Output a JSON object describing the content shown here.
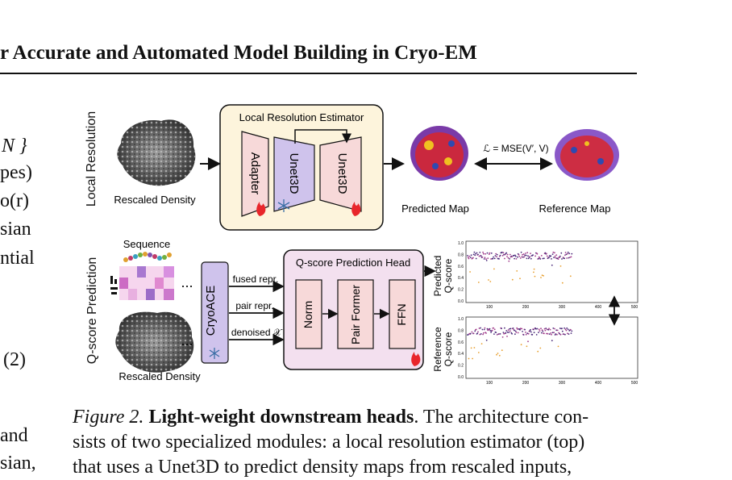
{
  "header": {
    "title": "r Accurate and Automated Model Building in Cryo-EM"
  },
  "left_text": {
    "fragments": [
      "N }",
      "pes)",
      "o(r)",
      "sian",
      "ntial",
      "and",
      "sian,"
    ],
    "eq_number": "(2)"
  },
  "figure": {
    "row_labels": {
      "top": "Local Resolution",
      "bottom": "Q-score Prediction"
    },
    "local_resolution": {
      "box_title": "Local Resolution Estimator",
      "blocks": [
        "Adapter",
        "Unet3D",
        "Unet3D"
      ],
      "input_label": "Rescaled Density",
      "predicted_label": "Predicted Map",
      "reference_label": "Reference Map",
      "loss": "ℒ = MSE(V′, V)"
    },
    "qscore": {
      "sequence_label": "Sequence",
      "input_label": "Rescaled Density",
      "encoder": "CryoACE",
      "ellipsis": "...",
      "arrows": [
        "fused repr.",
        "pair repr.",
        "denoised 𝒳"
      ],
      "head_title": "Q-score Prediction Head",
      "blocks": [
        "Norm",
        "Pair Former",
        "FFN"
      ],
      "plot_labels": {
        "predicted": "Predicted Q-score",
        "reference": "Reference Q-score"
      },
      "plot_y_ticks": [
        "1.0",
        "0.8",
        "0.6",
        "0.4",
        "0.2",
        "0.0"
      ],
      "plot_x_ticks": [
        "100",
        "200",
        "300",
        "400",
        "500"
      ]
    }
  },
  "caption": {
    "label": "Figure 2.",
    "title": "Light-weight downstream heads",
    "line1_rest": ". The architecture con-",
    "line2": "sists of two specialized modules: a local resolution estimator (top)",
    "line3": "that uses a Unet3D to predict density maps from rescaled inputs,"
  },
  "colors": {
    "fire": "#e8262b",
    "snow": "#3a6ea5",
    "block_pink": "#f7d9d9",
    "block_lilac": "#cfc3ec",
    "panel_cream": "#fdf4dc",
    "panel_pink": "#f3e0ef"
  }
}
